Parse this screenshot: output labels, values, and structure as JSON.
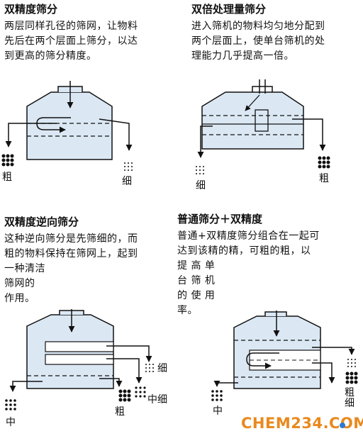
{
  "panels": [
    {
      "title": "双精度筛分",
      "lines": [
        "两层同样孔径的筛网，让物料",
        "先后在两个层面上筛分，以达",
        "到更高的筛分精度。"
      ],
      "labels": {
        "coarse": "粗",
        "fine": "细"
      }
    },
    {
      "title": "双倍处理量筛分",
      "lines": [
        "进入筛机的物料均匀地分配到",
        "两个层面上，使单台筛机的处",
        "理能力几乎提高一倍。"
      ],
      "labels": {
        "fine": "细",
        "coarse": "粗"
      }
    },
    {
      "title": "双精度逆向筛分",
      "lines": [
        "这种逆向筛分是先筛细的，而",
        "粗的物料保持在筛网上，起到",
        "一种清洁",
        "筛网的",
        "作用。"
      ],
      "labels": {
        "fine": "细",
        "medium": "中",
        "mediumFine": "中细",
        "coarse": "粗"
      }
    },
    {
      "title": "普通筛分＋双精度",
      "lines": [
        "普通+双精度筛分组合在一起可",
        "达到该精的精，可粗的粗，以",
        "提 高 单",
        "台 筛 机",
        "的 使 用",
        "率。"
      ],
      "labels": {
        "medium": "中",
        "fine": "细",
        "coarse": "粗"
      }
    }
  ],
  "colors": {
    "box": "#dbe8f4",
    "line": "#111111",
    "watermark": "#e9891d",
    "watermarkDot": "#2b7bd6"
  },
  "watermark": "CHEM234.COM"
}
